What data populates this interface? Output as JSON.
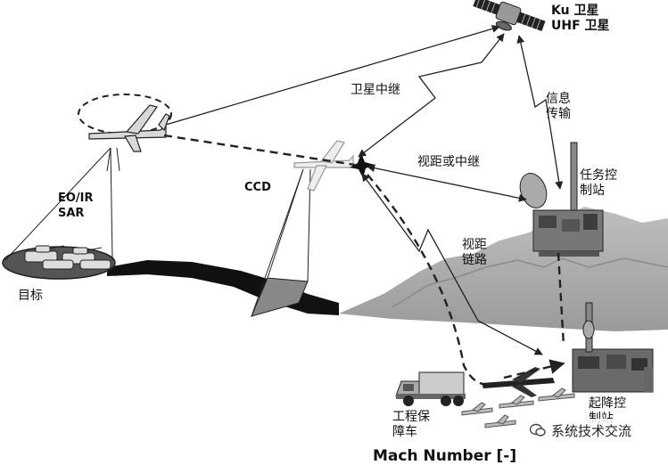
{
  "labels": {
    "satellite": "Ku 卫星\nUHF 卫星",
    "satellite_relay": "卫星中继",
    "info_transfer": "信息\n传输",
    "los_or_relay": "视距或中继",
    "mission_control": "任务控\n制站",
    "ccd": "CCD",
    "eo_ir_sar": "EO/IR\nSAR",
    "target": "目标",
    "los_link": "视距\n链路",
    "engineering_vehicle": "工程保\n障车",
    "launch_recovery": "起降控\n制站"
  },
  "watermark": {
    "icon": "wechat-icon",
    "text": "系统技术交流"
  },
  "footer": "Mach Number [-]"
}
